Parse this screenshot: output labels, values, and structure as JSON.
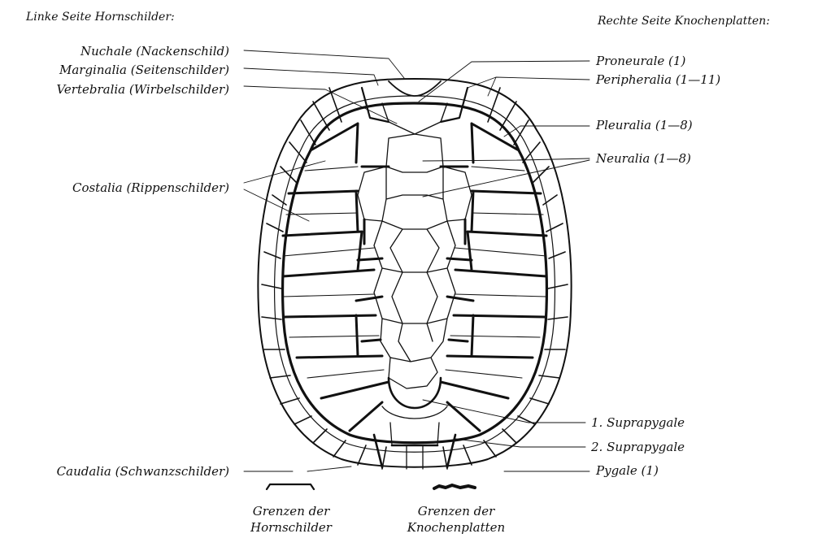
{
  "headers": {
    "left": "Linke Seite Hornschilder:",
    "right": "Rechte Seite Knochenplatten:"
  },
  "left_labels": {
    "nuchale": "Nuchale (Nackenschild)",
    "marginalia": "Marginalia (Seitenschilder)",
    "vertebralia": "Vertebralia (Wirbelschilder)",
    "costalia": "Costalia (Rippenschilder)",
    "caudalia": "Caudalia (Schwanzschilder)"
  },
  "right_labels": {
    "proneurale": "Proneurale (1)",
    "peripheralia": "Peripheralia (1—11)",
    "pleuralia": "Pleuralia (1—8)",
    "neuralia": "Neuralia (1—8)",
    "suprapygale1": "1. Suprapygale",
    "suprapygale2": "2. Suprapygale",
    "pygale": "Pygale (1)"
  },
  "legend": {
    "horn_line1": "Grenzen der",
    "horn_line2": "Hornschilder",
    "bone_line1": "Grenzen der",
    "bone_line2": "Knochenplatten"
  },
  "colors": {
    "ink": "#111111",
    "background": "#ffffff"
  }
}
